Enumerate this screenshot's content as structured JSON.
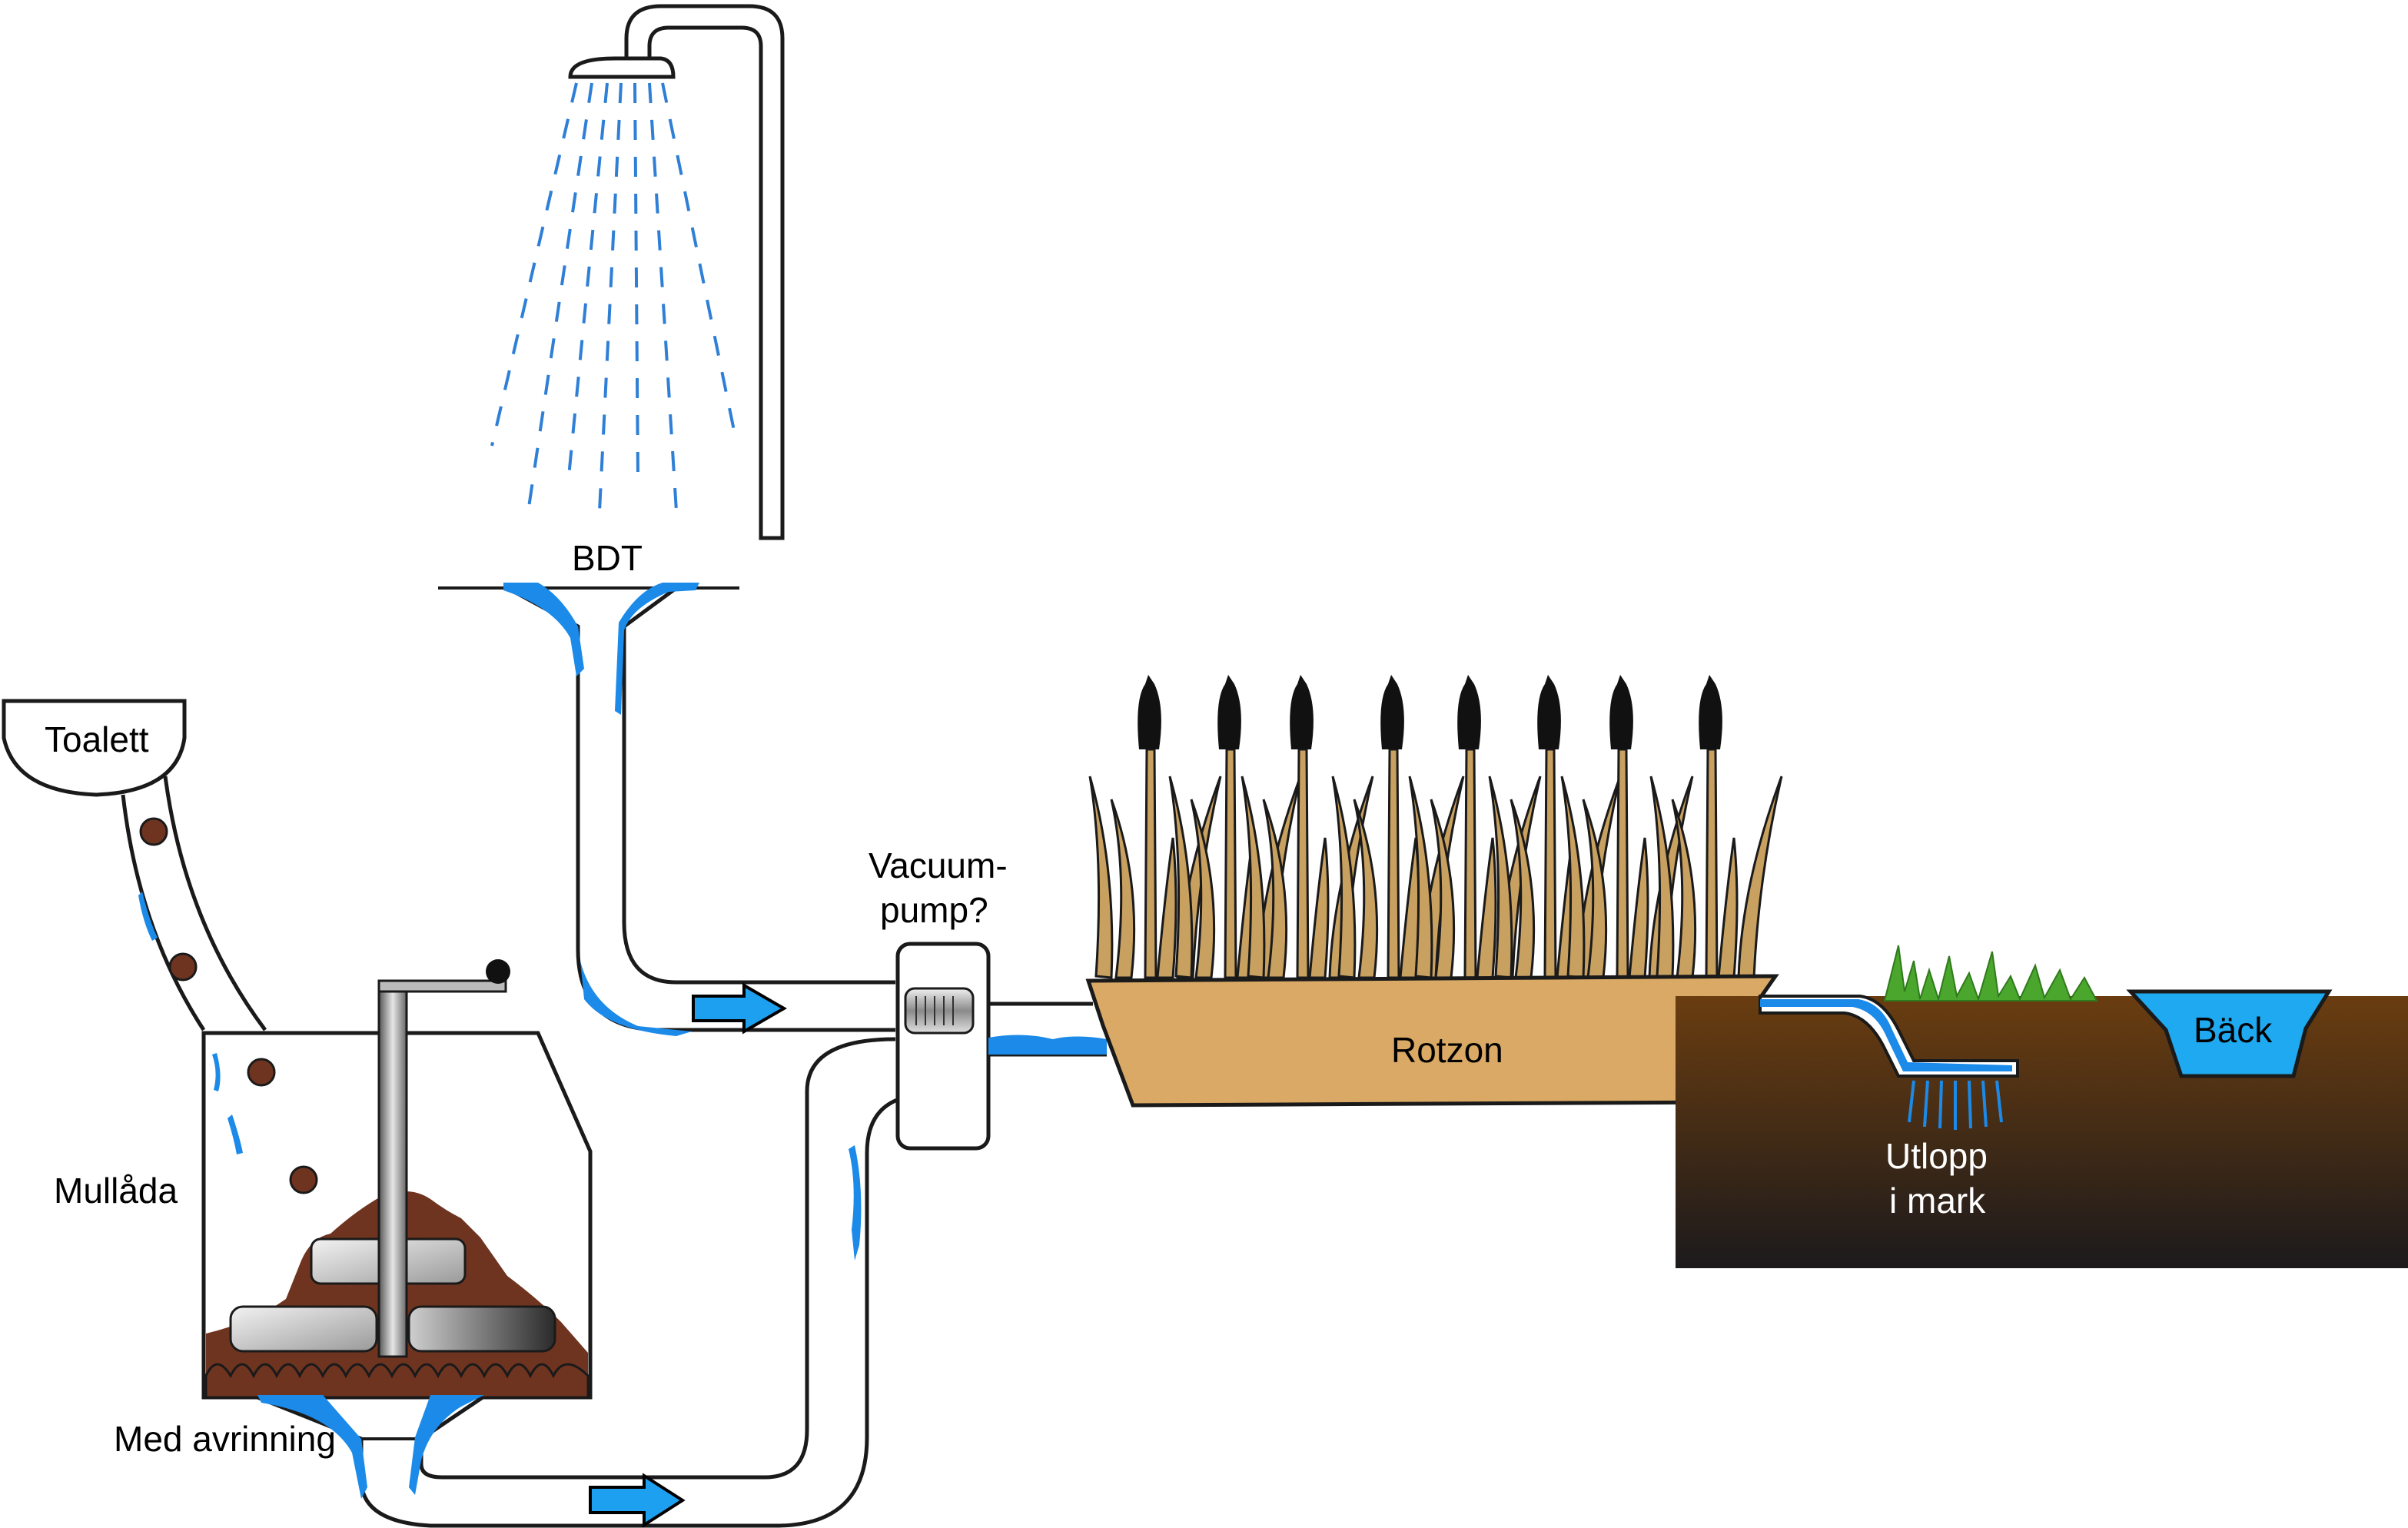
{
  "labels": {
    "toilet": "Toalett",
    "compost": "Mullåda",
    "drainage": "Med avrinning",
    "greywater": "BDT",
    "pump_line1": "Vacuum-",
    "pump_line2": "pump?",
    "root_zone": "Rotzon",
    "outlet_line1": "Utlopp",
    "outlet_line2": "i mark",
    "stream": "Bäck"
  },
  "colors": {
    "water": "#1b8ae8",
    "arrow": "#1ea0f0",
    "root_zone": "#d9a965",
    "compost": "#6e3420",
    "soil_top": "#6a3d10",
    "soil_bottom": "#1c1a1c",
    "grass": "#4aa62c",
    "stream": "#1ea9f0",
    "reed_stem": "#c8a060",
    "reed_head": "#111111"
  },
  "icons": {
    "shower": "shower-head-icon",
    "pump": "vacuum-pump-icon",
    "flow": "flow-arrow-icon",
    "reed": "cattail-reed-icon",
    "grass": "grass-icon"
  }
}
